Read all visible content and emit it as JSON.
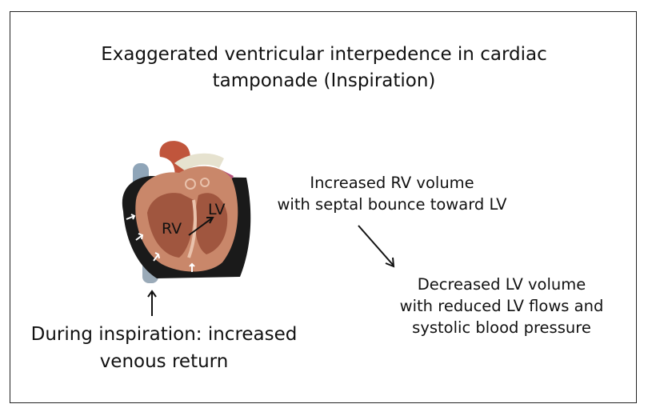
{
  "title": {
    "line1": "Exaggerated ventricular interpedence in cardiac",
    "line2": "tamponade (Inspiration)"
  },
  "heart": {
    "rv_label": "RV",
    "lv_label": "LV"
  },
  "labels": {
    "rv_volume": {
      "line1": "Increased RV volume",
      "line2": "with septal bounce toward LV"
    },
    "lv_volume": {
      "line1": "Decreased LV volume",
      "line2": "with reduced LV flows and",
      "line3": "systolic blood pressure"
    },
    "inspiration": {
      "line1": "During inspiration: increased",
      "line2": "venous return"
    }
  },
  "colors": {
    "pericardium": "#1a1a1a",
    "myocardium": "#c9876a",
    "chamber": "#a0563f",
    "vena_cava": "#8fa5b8",
    "aorta": "#e6e2cf",
    "pulmonary": "#b6507a"
  }
}
